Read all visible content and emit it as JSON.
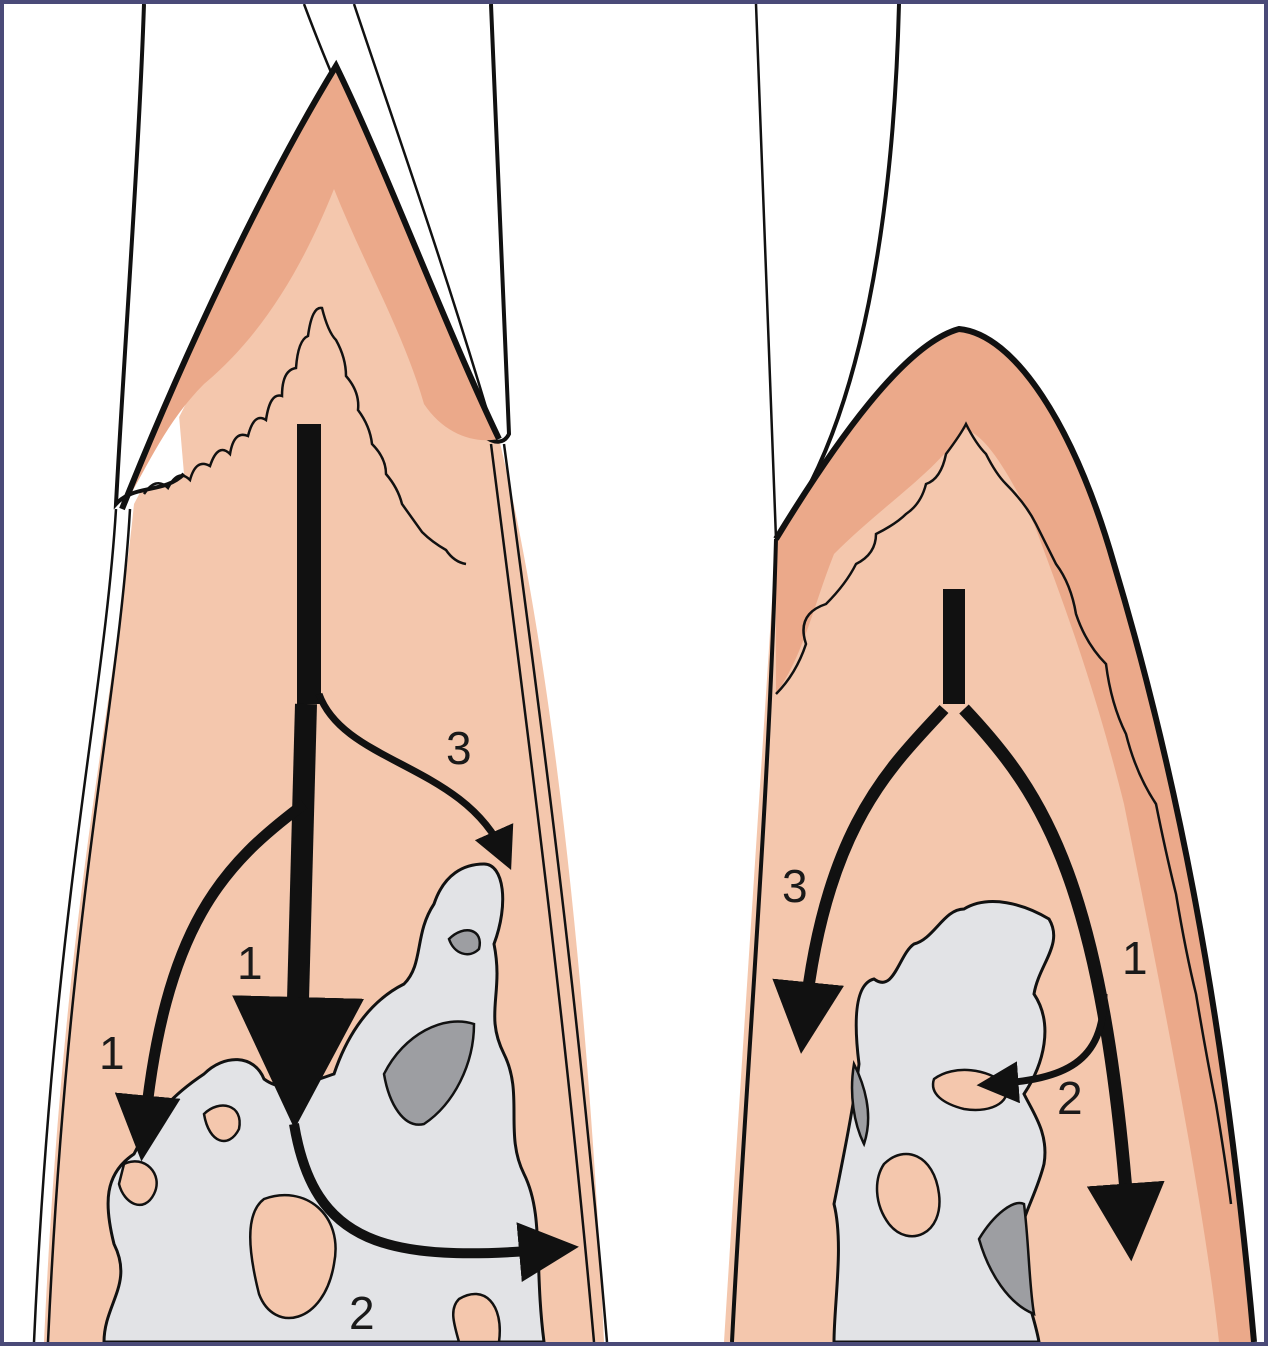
{
  "colors": {
    "background_frame": "#4a4a78",
    "tissue": "#f4c7ad",
    "crest": "#eba98a",
    "bone": "#e2e3e6",
    "marrow_shadow": "#9d9ea2",
    "stroke": "#111111"
  },
  "left_panel": {
    "pathway_labels": {
      "p1a": "1",
      "p1b": "1",
      "p2": "2",
      "p3": "3"
    }
  },
  "right_panel": {
    "pathway_labels": {
      "p1": "1",
      "p2": "2",
      "p3": "3"
    }
  }
}
